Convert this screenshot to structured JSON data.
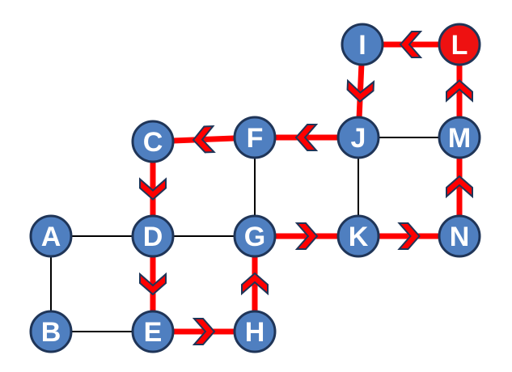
{
  "diagram": {
    "nodes": [
      {
        "id": "A",
        "label": "A",
        "highlight": false
      },
      {
        "id": "B",
        "label": "B",
        "highlight": false
      },
      {
        "id": "C",
        "label": "C",
        "highlight": false
      },
      {
        "id": "D",
        "label": "D",
        "highlight": false
      },
      {
        "id": "E",
        "label": "E",
        "highlight": false
      },
      {
        "id": "F",
        "label": "F",
        "highlight": false
      },
      {
        "id": "G",
        "label": "G",
        "highlight": false
      },
      {
        "id": "H",
        "label": "H",
        "highlight": false
      },
      {
        "id": "I",
        "label": "I",
        "highlight": false
      },
      {
        "id": "J",
        "label": "J",
        "highlight": false
      },
      {
        "id": "K",
        "label": "K",
        "highlight": false
      },
      {
        "id": "L",
        "label": "L",
        "highlight": true
      },
      {
        "id": "M",
        "label": "M",
        "highlight": false
      },
      {
        "id": "N",
        "label": "N",
        "highlight": false
      }
    ],
    "edges": [
      {
        "from": "A",
        "to": "B"
      },
      {
        "from": "A",
        "to": "D"
      },
      {
        "from": "B",
        "to": "E"
      },
      {
        "from": "D",
        "to": "G"
      },
      {
        "from": "F",
        "to": "G"
      },
      {
        "from": "J",
        "to": "K"
      },
      {
        "from": "J",
        "to": "M"
      }
    ],
    "path_edges": [
      {
        "from": "G",
        "to": "K"
      },
      {
        "from": "K",
        "to": "N"
      },
      {
        "from": "N",
        "to": "M"
      },
      {
        "from": "M",
        "to": "L"
      },
      {
        "from": "L",
        "to": "I"
      },
      {
        "from": "I",
        "to": "J"
      },
      {
        "from": "J",
        "to": "F"
      },
      {
        "from": "F",
        "to": "C"
      },
      {
        "from": "C",
        "to": "D"
      },
      {
        "from": "D",
        "to": "E"
      },
      {
        "from": "E",
        "to": "H"
      },
      {
        "from": "H",
        "to": "G"
      }
    ],
    "colors": {
      "node_fill": "#4f7fc0",
      "node_border": "#1f3558",
      "highlight_fill": "#ee1111",
      "edge": "#000000",
      "path": "#ff0000",
      "arrow_fill": "#ff0000",
      "arrow_outline": "#1f3558"
    }
  }
}
